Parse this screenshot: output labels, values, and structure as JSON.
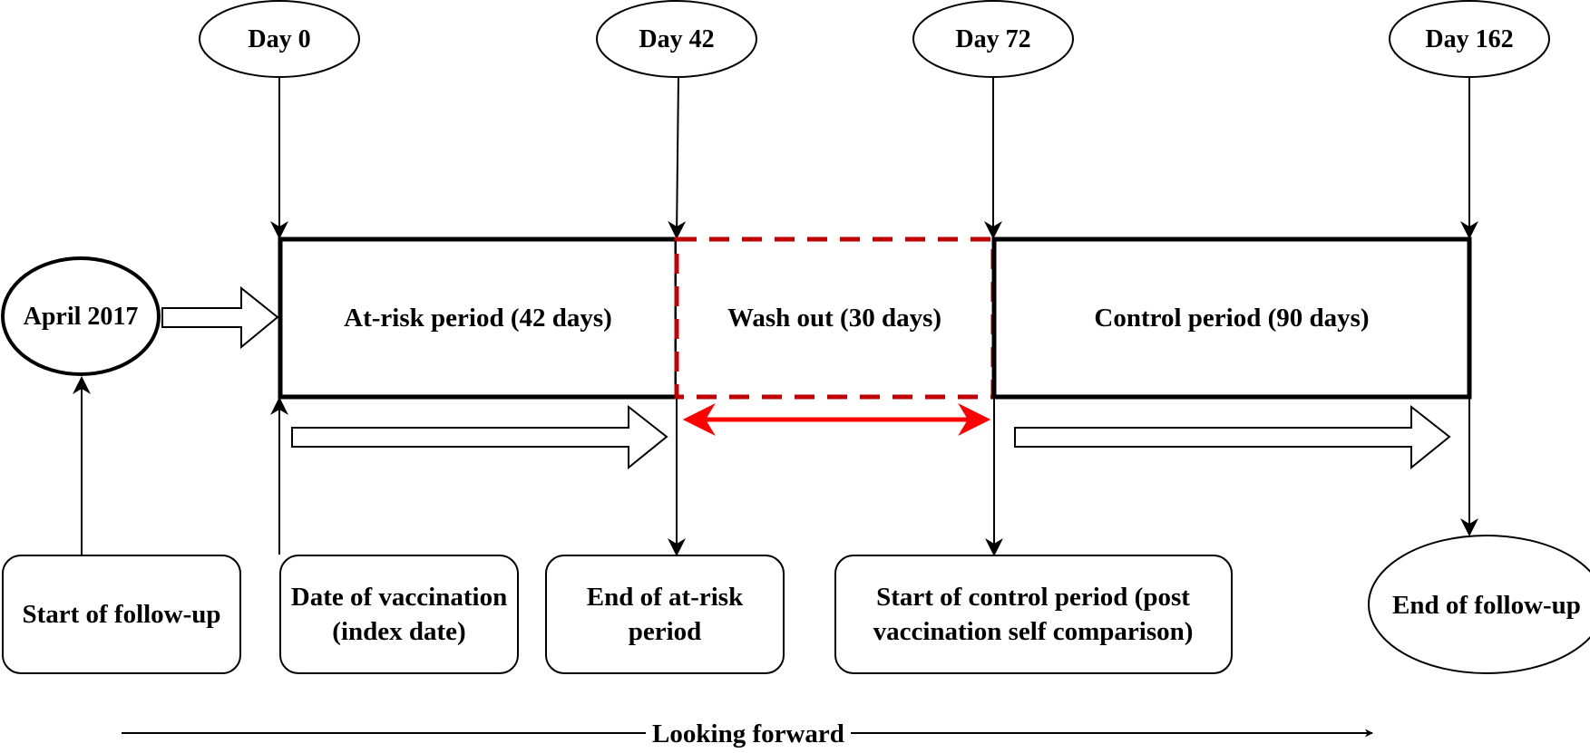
{
  "timepoints": [
    {
      "label": "Day 0"
    },
    {
      "label": "Day 42"
    },
    {
      "label": "Day 72"
    },
    {
      "label": "Day 162"
    }
  ],
  "start_node": {
    "label": "April 2017"
  },
  "periods": {
    "at_risk": "At-risk period (42 days)",
    "washout": "Wash out (30 days)",
    "control": "Control period (90 days)"
  },
  "events": {
    "start_follow_up": [
      "Start of follow-up"
    ],
    "vaccination": [
      "Date of vaccination",
      "(index date)"
    ],
    "end_at_risk": [
      "End of at-risk",
      "period"
    ],
    "start_control": [
      "Start of control period (post",
      "vaccination self comparison)"
    ],
    "end_follow_up": [
      "End of follow-up"
    ]
  },
  "timeline_label": "Looking forward",
  "colors": {
    "line": "#000000",
    "washout_border": "#c00000",
    "washout_arrow": "#ff0000"
  }
}
